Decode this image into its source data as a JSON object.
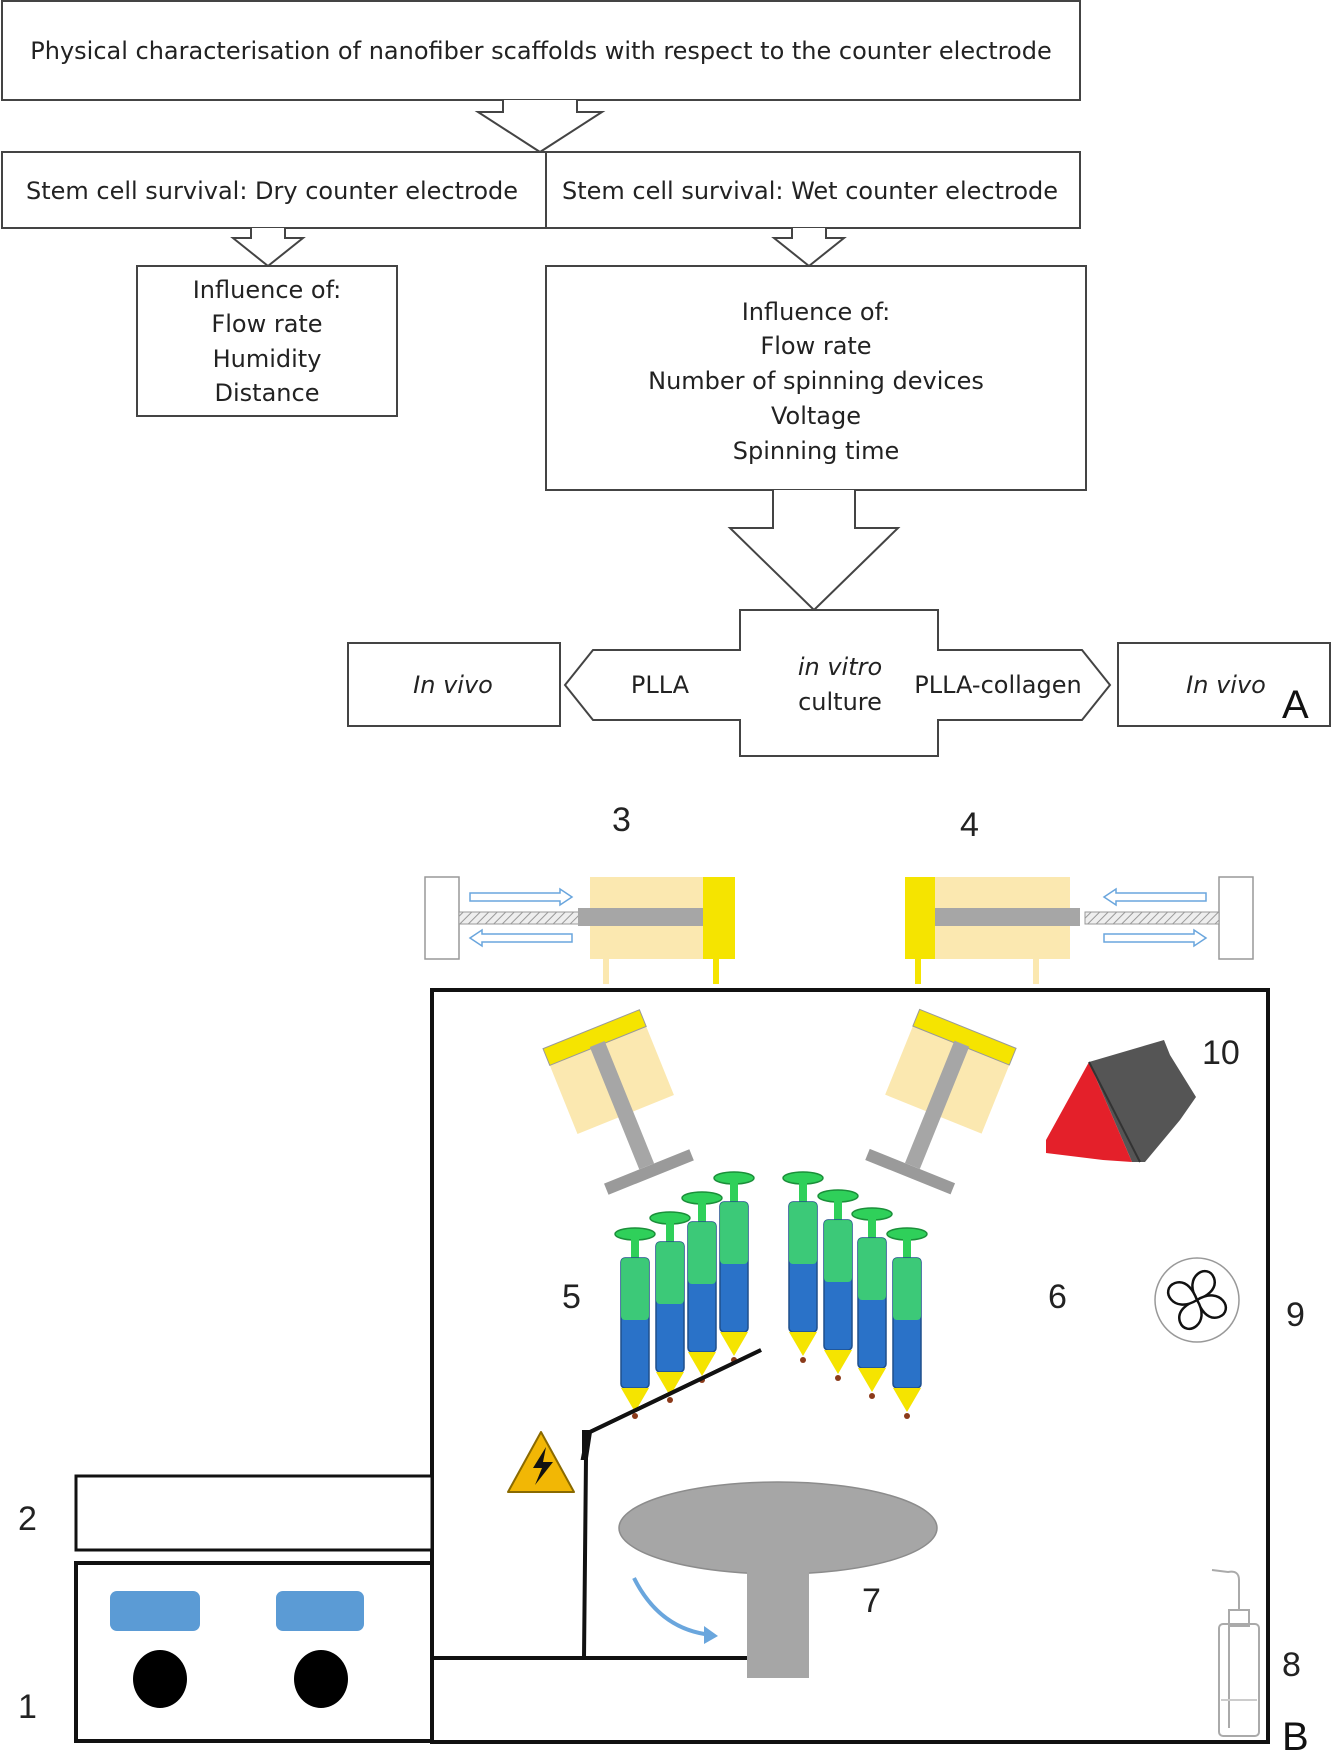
{
  "panel_a": {
    "top_box": "Physical characterisation of nanofiber scaffolds with respect to the counter electrode",
    "dry_box": "Stem cell survival: Dry counter electrode",
    "wet_box": "Stem cell survival: Wet counter electrode",
    "dry_influence": [
      "Influence of:",
      "Flow rate",
      "Humidity",
      "Distance"
    ],
    "wet_influence": [
      "Influence of:",
      "Flow rate",
      "Number of spinning devices",
      "Voltage",
      "Spinning time"
    ],
    "center_lines": [
      "in vitro",
      "culture"
    ],
    "left_material": "PLLA",
    "right_material": "PLLA-collagen",
    "left_outcome": "In vivo",
    "right_outcome": "In vivo",
    "panel_letter": "A"
  },
  "panel_b": {
    "labels": {
      "n1": "1",
      "n2": "2",
      "n3": "3",
      "n4": "4",
      "n5": "5",
      "n6": "6",
      "n7": "7",
      "n8": "8",
      "n9": "9",
      "n10": "10"
    },
    "panel_letter": "B"
  },
  "colors": {
    "syringe_body": "#fbe8b0",
    "syringe_plunger_cap": "#f5e400",
    "rod_gray": "#a6a6a6",
    "needle_green": "#2fd05a",
    "liquid_blue": "#2a72c8",
    "control_blue": "#5b9bd5",
    "hygrometer_red": "#e4202a",
    "hygrometer_dark": "#555555",
    "warning_yellow": "#f2b705",
    "arrow_blue": "#6aa6dd"
  }
}
